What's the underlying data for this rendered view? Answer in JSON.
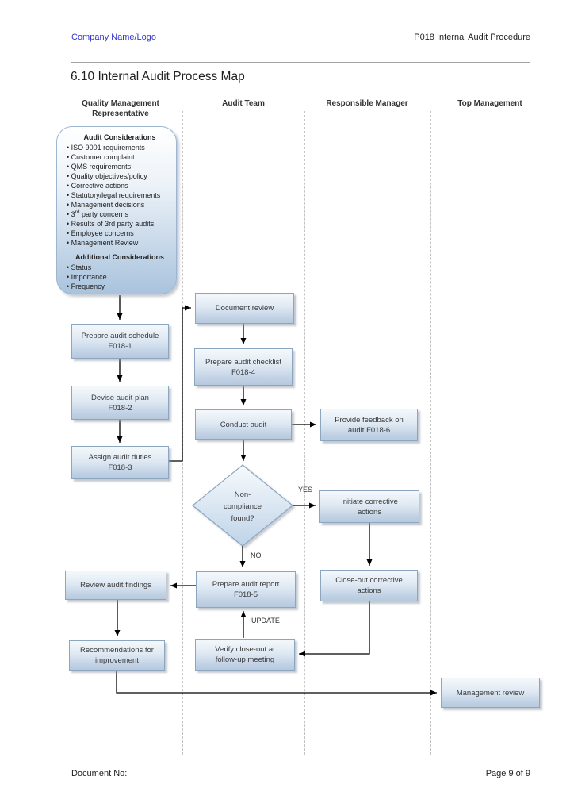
{
  "header": {
    "company": "Company Name/Logo",
    "document_title": "P018 Internal Audit Procedure"
  },
  "section_title": "6.10 Internal Audit Process Map",
  "lanes": [
    "Quality Management Representative",
    "Audit Team",
    "Responsible Manager",
    "Top Management"
  ],
  "considerations": {
    "title": "Audit Considerations",
    "items_before": [
      "ISO 9001 requirements",
      "Customer complaint",
      "QMS requirements",
      "Quality objectives/policy",
      "Corrective actions",
      "Statutory/legal requirements",
      "Management decisions"
    ],
    "third_party_item": {
      "base": "3",
      "sup": "rd",
      "rest": " party concerns"
    },
    "items_after": [
      "Results of 3rd party audits",
      "Employee concerns",
      "Management Review"
    ],
    "additional_title": "Additional Considerations",
    "additional_items": [
      "Status",
      "Importance",
      "Frequency"
    ]
  },
  "nodes": {
    "schedule": "Prepare audit schedule\nF018-1",
    "plan": "Devise audit plan\nF018-2",
    "duties": "Assign audit duties\nF018-3",
    "document_review": "Document review",
    "checklist": "Prepare audit checklist\nF018-4",
    "conduct": "Conduct audit",
    "feedback": "Provide feedback on\naudit F018-6",
    "decision": "Non-\ncompliance\nfound?",
    "initiate": "Initiate corrective\nactions",
    "closeout": "Close-out corrective\nactions",
    "review_findings": "Review audit findings",
    "report": "Prepare audit report\nF018-5",
    "recommendations": "Recommendations for\nimprovement",
    "verify": "Verify close-out at\nfollow-up meeting",
    "management_review": "Management review"
  },
  "connector_labels": {
    "yes": "YES",
    "no": "NO",
    "update": "UPDATE"
  },
  "footer": {
    "document_no": "Document No:",
    "page": "Page 9 of 9"
  },
  "colors": {
    "company_text": "#3636cf",
    "node_border": "#8ca6c0",
    "node_fill_top": "#f4f8fb",
    "node_fill_bottom": "#b7c9de",
    "connector": "#000000"
  }
}
